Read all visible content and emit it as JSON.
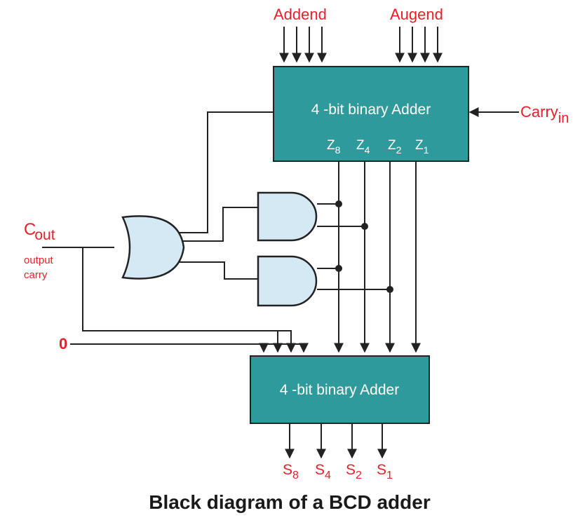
{
  "inputs": {
    "addend": "Addend",
    "augend": "Augend",
    "carry_in_main": "Carry",
    "carry_in_sub": "in",
    "zero": "0"
  },
  "blocks": {
    "top_adder": "4 -bit binary Adder",
    "bottom_adder": "4 -bit binary Adder"
  },
  "outputs_top": {
    "z8": [
      "Z",
      "8"
    ],
    "z4": [
      "Z",
      "4"
    ],
    "z2": [
      "Z",
      "2"
    ],
    "z1": [
      "Z",
      "1"
    ]
  },
  "carry_out": {
    "main": "C",
    "sub": "out",
    "desc_line1": "output",
    "desc_line2": "carry"
  },
  "sums": {
    "s8": [
      "S",
      "8"
    ],
    "s4": [
      "S",
      "4"
    ],
    "s2": [
      "S",
      "2"
    ],
    "s1": [
      "S",
      "1"
    ]
  },
  "caption": "Black diagram of a BCD adder",
  "colors": {
    "block": "#2f9a9c",
    "gate": "#d4e9f3",
    "label": "#e8202a",
    "wire": "#222222"
  }
}
